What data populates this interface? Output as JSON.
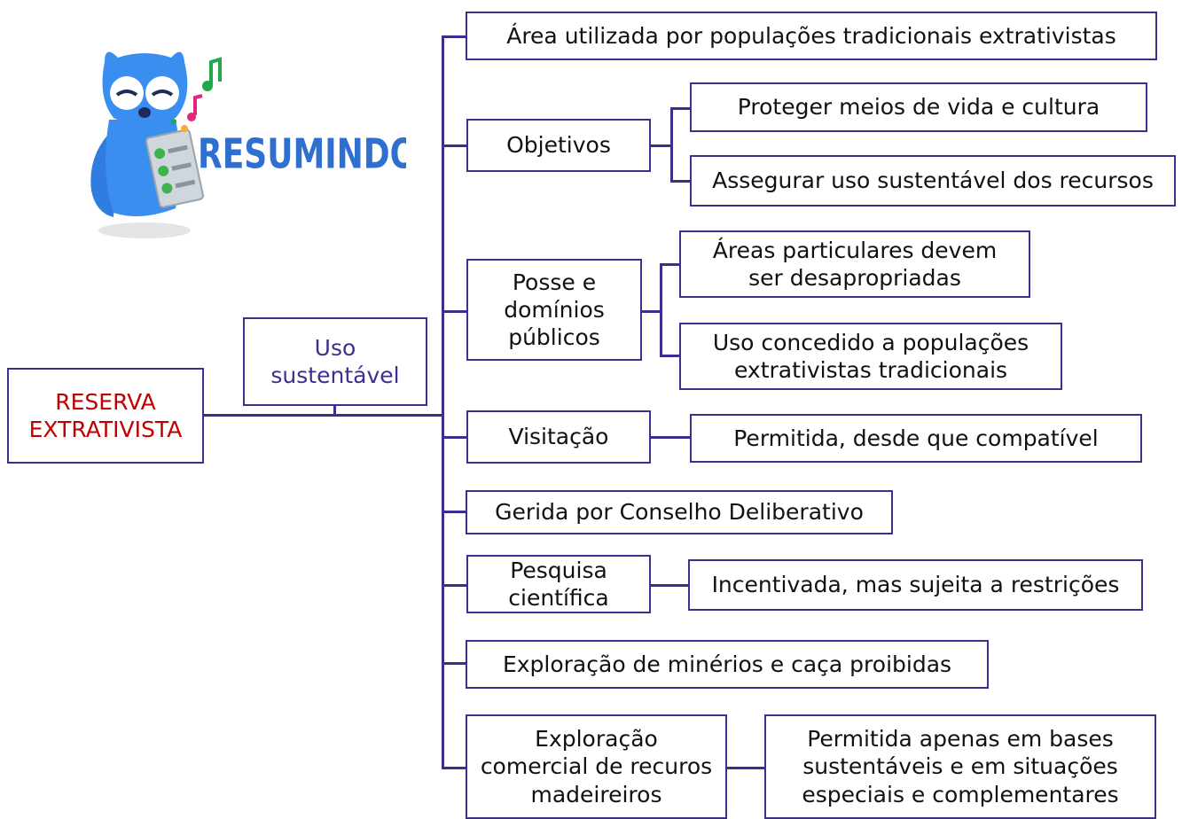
{
  "logo": {
    "text": "RESUMINDO"
  },
  "diagram": {
    "root": "RESERVA\nEXTRATIVISTA",
    "category": "Uso\nsustentável",
    "branches": [
      {
        "label": "Área utilizada por populações tradicionais extrativistas"
      },
      {
        "label": "Objetivos",
        "children": [
          "Proteger meios de vida e cultura",
          "Assegurar uso sustentável dos recursos"
        ]
      },
      {
        "label": "Posse e\ndomínios\npúblicos",
        "children": [
          "Áreas particulares devem\nser desapropriadas",
          "Uso concedido a populações\nextrativistas tradicionais"
        ]
      },
      {
        "label": "Visitação",
        "children": [
          "Permitida, desde que compatível"
        ]
      },
      {
        "label": "Gerida por Conselho Deliberativo"
      },
      {
        "label": "Pesquisa\ncientífica",
        "children": [
          "Incentivada, mas sujeita a restrições"
        ]
      },
      {
        "label": "Exploração de minérios e caça proibidas"
      },
      {
        "label": "Exploração\ncomercial de recuros\nmadeireiros",
        "children": [
          "Permitida apenas em bases\nsustentáveis e em situações\nespeciais e complementares"
        ]
      }
    ]
  }
}
